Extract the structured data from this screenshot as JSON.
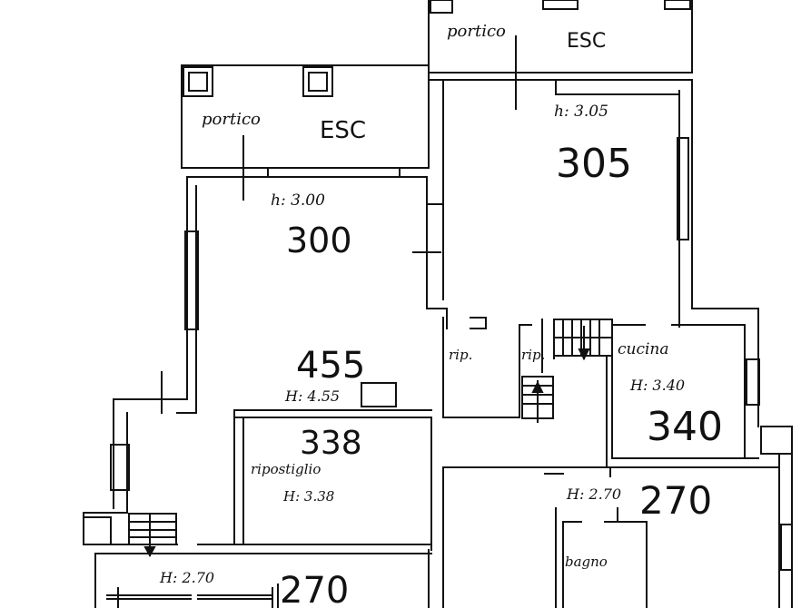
{
  "plan": {
    "labels": {
      "portico_top": "portico",
      "esc_top": "ESC",
      "portico_left": "portico",
      "esc_left": "ESC",
      "h305": "h: 3.05",
      "n305": "305",
      "h300": "h: 3.00",
      "n300": "300",
      "n455": "455",
      "h455": "H: 4.55",
      "n338": "338",
      "ripostiglio": "ripostiglio",
      "h338": "H: 3.38",
      "rip1": "rip.",
      "rip2": "rip.",
      "cucina": "cucina",
      "h340": "H: 3.40",
      "n340": "340",
      "h270a": "H: 2.70",
      "n270a": "270",
      "h270b": "H: 2.70",
      "n270b": "270",
      "bagno": "bagno"
    },
    "colors": {
      "ink": "#111111",
      "paper": "#ffffff"
    }
  }
}
